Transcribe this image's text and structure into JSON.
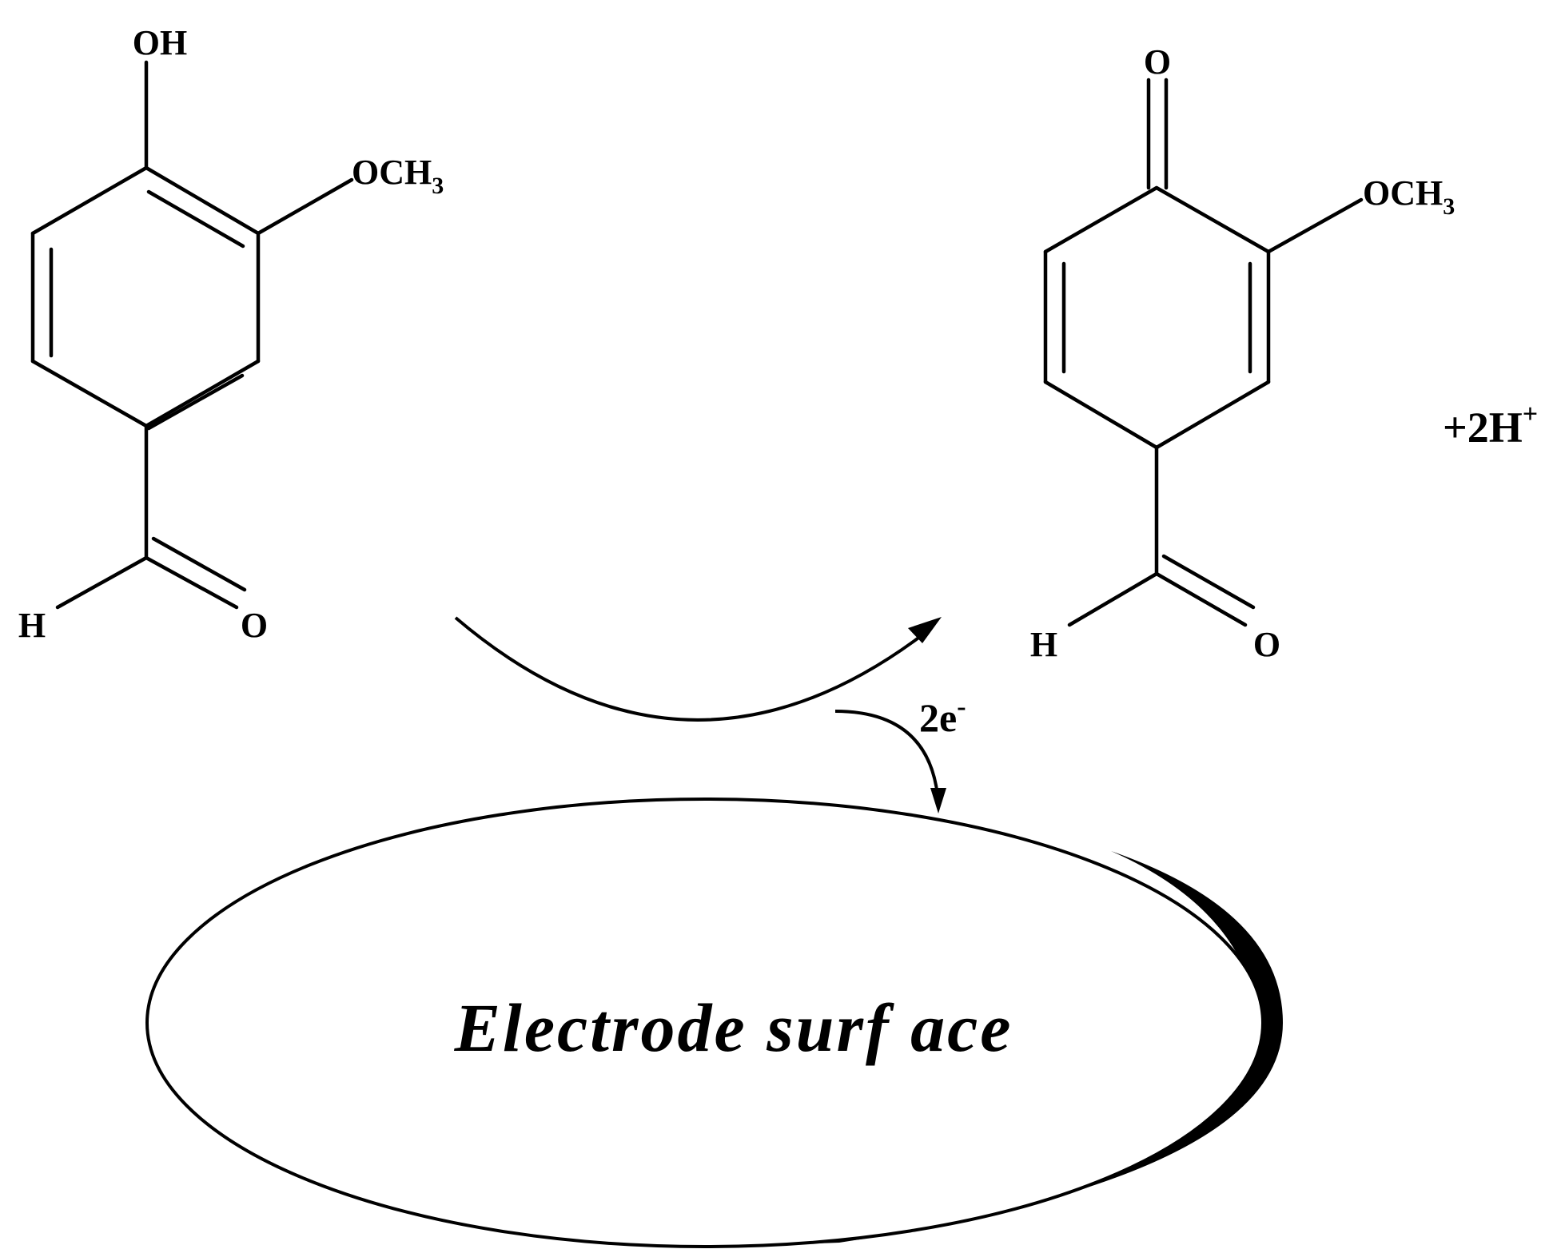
{
  "reactant": {
    "labels": {
      "hydroxyl": "OH",
      "methoxy_main": "OCH",
      "methoxy_sub": "3",
      "aldehyde_h": "H",
      "aldehyde_o": "O"
    }
  },
  "product": {
    "labels": {
      "ketone_o": "O",
      "methoxy_main": "OCH",
      "methoxy_sub": "3",
      "aldehyde_h": "H",
      "aldehyde_o": "O"
    }
  },
  "protons": {
    "main": "+2H",
    "sup": "+"
  },
  "electrons": {
    "main": "2e",
    "sup": "-"
  },
  "electrode": {
    "label": "Electrode surf ace"
  },
  "colors": {
    "ink": "#000000",
    "background": "#ffffff"
  }
}
